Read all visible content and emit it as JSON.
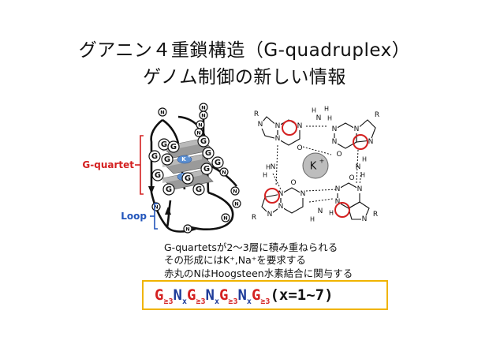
{
  "title": {
    "line1": "グアニン４重鎖構造（G-quadruplex）",
    "line2": "ゲノム制御の新しい情報"
  },
  "labels": {
    "g_quartet": "G-quartet",
    "loop": "Loop",
    "strand_g": "G",
    "strand_n": "N",
    "ion_k": "K",
    "ion_k_big": "K",
    "ion_charge": "+",
    "atom_n": "N",
    "atom_h": "H",
    "atom_o": "O",
    "atom_r": "R"
  },
  "captions": {
    "line1": "G-quartetsが2～3層に積み重ねられる",
    "line2": "その形成にはK⁺,Na⁺を要求する",
    "line3": "赤丸のNはHoogsteen水素結合に関与する"
  },
  "formula": {
    "g": "G",
    "n": "N",
    "sub_g": "≥3",
    "sub_n": "x",
    "tail": "(x=1~7)"
  },
  "colors": {
    "accent_red": "#d42020",
    "accent_blue": "#1f3c9a",
    "highlight_box": "#f0b400",
    "label_red": "#d42020",
    "label_blue": "#2255bb",
    "plate_gray": "#9a9a9a",
    "ion_blue": "#5b8fd1"
  }
}
